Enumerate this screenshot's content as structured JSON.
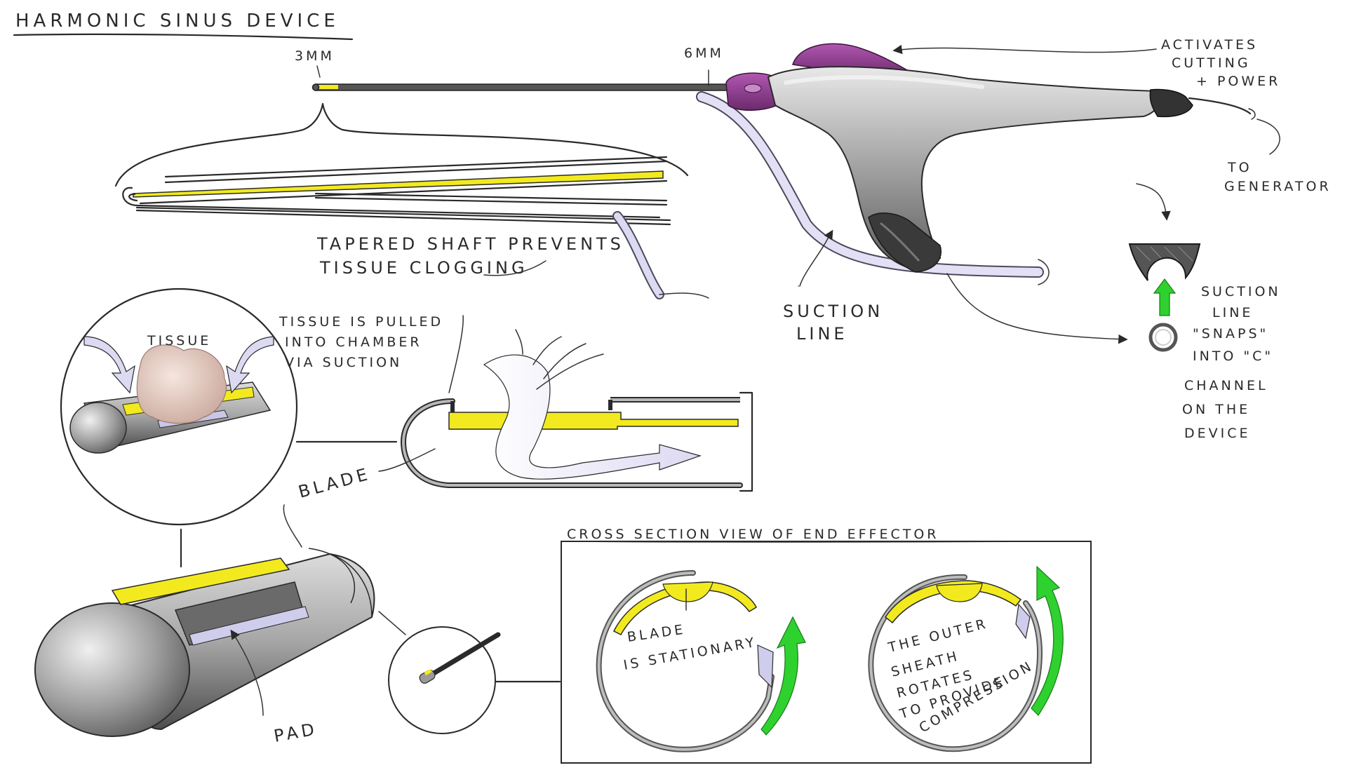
{
  "title": "HARMONIC SINUS DEVICE",
  "labels": {
    "tip_size": "3MM",
    "shaft_size": "6MM",
    "activates_1": "ACTIVATES",
    "activates_2": "CUTTING",
    "activates_3": "+ POWER",
    "generator_1": "TO",
    "generator_2": "GENERATOR",
    "tapered_1": "TAPERED SHAFT PREVENTS",
    "tapered_2": "TISSUE CLOGGING",
    "suction_line_1": "SUCTION",
    "suction_line_2": "LINE",
    "snap_1": "SUCTION",
    "snap_2": "LINE",
    "snap_3": "\"SNAPS\"",
    "snap_4": "INTO \"C\"",
    "snap_5": "CHANNEL",
    "snap_6": "ON THE",
    "snap_7": "DEVICE",
    "tissue_tag": "TISSUE",
    "pulled_1": "TISSUE IS PULLED",
    "pulled_2": "INTO CHAMBER",
    "pulled_3": "VIA SUCTION",
    "blade": "BLADE",
    "pad": "PAD",
    "cross_title": "CROSS SECTION VIEW OF END EFFECTOR",
    "stationary_1": "BLADE",
    "stationary_2": "IS STATIONARY",
    "rotates_1": "THE OUTER",
    "rotates_2": "SHEATH",
    "rotates_3": "ROTATES",
    "rotates_4": "TO PROVIDE",
    "rotates_5": "COMPRESSION"
  },
  "colors": {
    "blade_yellow": "#f2ea1e",
    "trigger_purple": "#8e3c8e",
    "arrow_green": "#2fd12f",
    "body_gray": "#9a9a9a",
    "suction_tube": "#d9d6f0",
    "tissue_pink": "#e6cfc6"
  }
}
